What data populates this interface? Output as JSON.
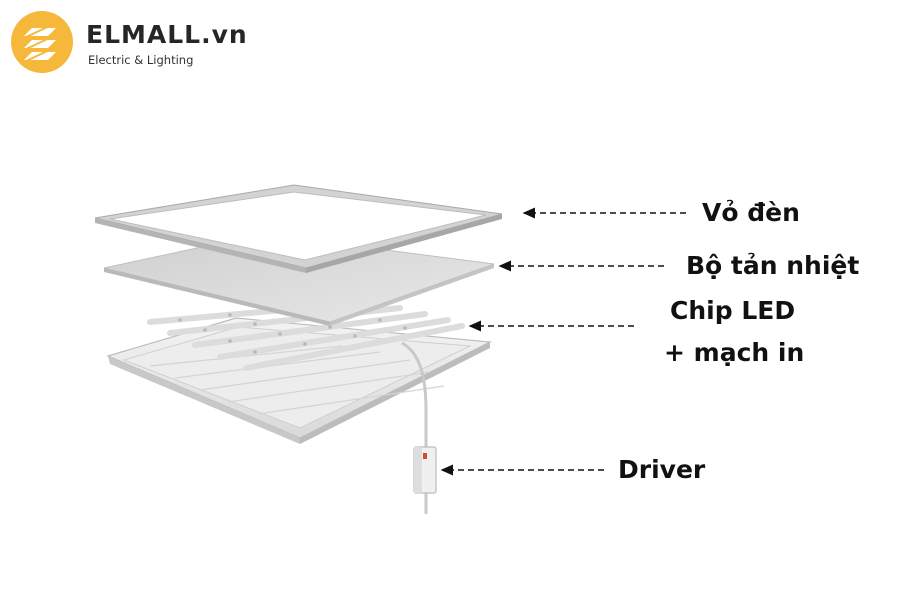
{
  "brand": {
    "name": "ELMALL.vn",
    "tagline": "Electric & Lighting",
    "colors": {
      "accent": "#f5b83a",
      "text": "#262626"
    }
  },
  "diagram": {
    "labels": {
      "housing": "Vỏ đèn",
      "heat_sink": "Bộ tản nhiệt",
      "chip_line1": "Chip LED",
      "chip_line2": "+ mạch in",
      "driver": "Driver"
    }
  }
}
